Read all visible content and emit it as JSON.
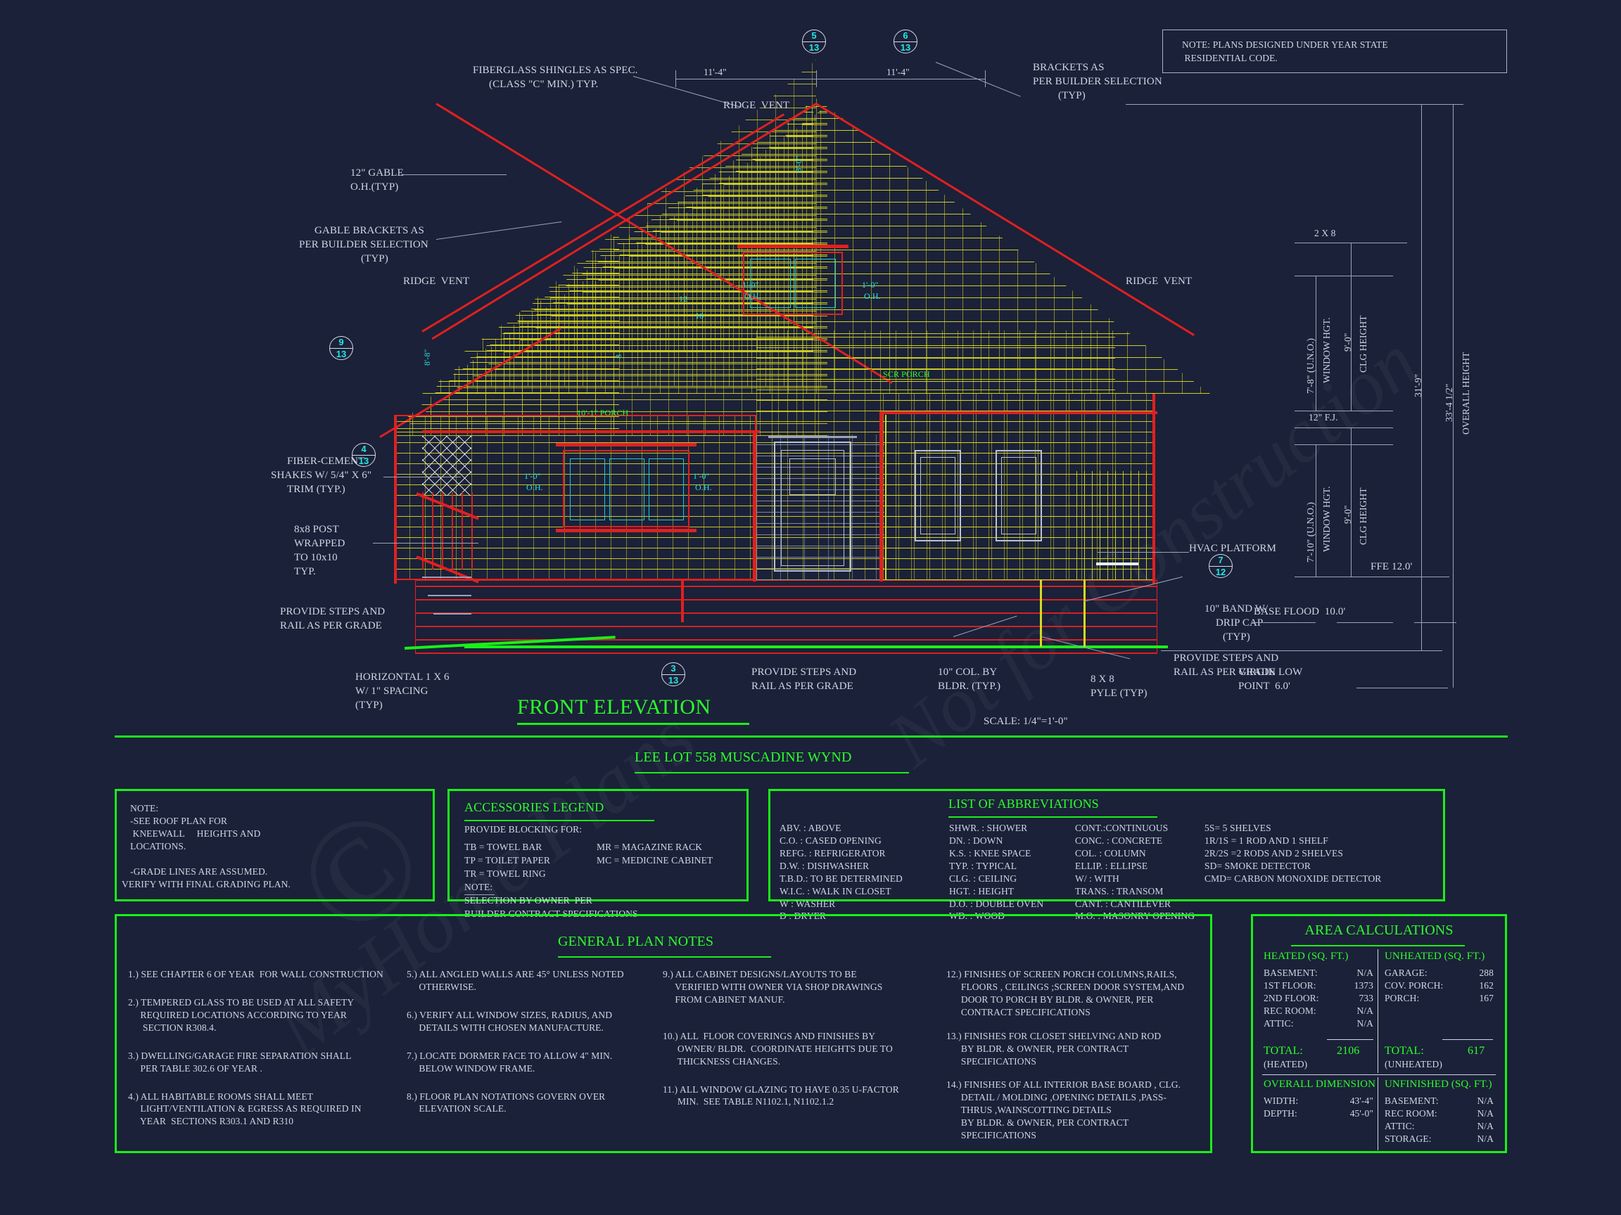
{
  "sheet": {
    "title": "FRONT ELEVATION",
    "scale": "SCALE: 1/4\"=1'-0\"",
    "project": "LEE LOT 558 MUSCADINE WYND",
    "code_note_line1": "NOTE: PLANS DESIGNED UNDER YEAR STATE",
    "code_note_line2": " RESIDENTIAL CODE.",
    "watermark": "© MyHome Plans — Not for Construction"
  },
  "colors": {
    "background": "#1b2138",
    "green": "#2bff2b",
    "cyan": "#25e6e6",
    "yellow": "#e8e82a",
    "red": "#e02020",
    "white": "#cfd6e4"
  },
  "elevation_labels": {
    "fiberglass_shingles_l1": "FIBERGLASS SHINGLES AS SPEC.",
    "fiberglass_shingles_l2": "(CLASS \"C\" MIN.) TYP.",
    "brackets_l1": "BRACKETS AS",
    "brackets_l2": "PER BUILDER SELECTION",
    "brackets_l3": "(TYP)",
    "ridge_vent_center": "RIDGE  VENT",
    "ridge_vent_left": "RIDGE  VENT",
    "ridge_vent_right": "RIDGE  VENT",
    "gable_oh_l1": "12\" GABLE",
    "gable_oh_l2": "O.H.(TYP)",
    "gable_brackets_l1": "GABLE BRACKETS AS",
    "gable_brackets_l2": "PER BUILDER SELECTION",
    "gable_brackets_l3": "(TYP)",
    "fiber_cement_l1": "FIBER-CEMENT",
    "fiber_cement_l2": "SHAKES W/ 5/4\" X 6\"",
    "fiber_cement_l3": "TRIM (TYP.)",
    "post_l1": "8x8 POST",
    "post_l2": "WRAPPED",
    "post_l3": "TO 10x10",
    "post_l4": "TYP.",
    "steps_left_l1": "PROVIDE STEPS AND",
    "steps_left_l2": "RAIL AS PER GRADE",
    "horizontal_siding_l1": "HORIZONTAL 1 X 6",
    "horizontal_siding_l2": "W/ 1\" SPACING",
    "horizontal_siding_l3": "(TYP)",
    "steps_center_l1": "PROVIDE STEPS AND",
    "steps_center_l2": "RAIL AS PER GRADE",
    "col_by_bldr_l1": "10\" COL. BY",
    "col_by_bldr_l2": "BLDR. (TYP.)",
    "pyle_l1": "8 X 8",
    "pyle_l2": "PYLE (TYP)",
    "hvac_platform": "HVAC PLATFORM",
    "band_l1": "10\" BAND W/",
    "band_l2": "DRIP CAP",
    "band_l3": "(TYP)",
    "steps_right_l1": "PROVIDE STEPS AND",
    "steps_right_l2": "RAIL AS PER GRADE",
    "virgin_low_l1": "VIRGIN LOW",
    "virgin_low_l2": "POINT  6.0'",
    "dim_left_span": "11'-4\"",
    "dim_right_span": "11'-4\"",
    "roof_pitch_gable_left": "8",
    "roof_pitch_note_a": "12",
    "roof_pitch_note_b": "10",
    "gable_oh_small_l1": "1'-0\"",
    "gable_oh_small_l2": "O.H.",
    "porch_note": "10'-1\" PORCH",
    "plate_note": "8'-8\"",
    "vent_note": "8'-0\"",
    "scr_porch": "SCR PORCH",
    "ffe": "FFE 12.0'",
    "base_flood": "BASE FLOOD  10.0'"
  },
  "right_dimensions": {
    "two_by_eight": "2 X 8",
    "window_hgt_upper_value": "7'-8\" (U.N.O.)",
    "window_hgt_upper_label": "WINDOW HGT.",
    "clg_upper_value": "9'-0\"",
    "clg_upper_label": "CLG HEIGHT",
    "floor_joist": "12\" F.J.",
    "window_hgt_lower_value": "7'-10\" (U.N.O.)",
    "window_hgt_lower_label": "WINDOW HGT.",
    "clg_lower_value": "9'-0\"",
    "clg_lower_label": "CLG HEIGHT",
    "height_31": "31'-9\"",
    "overall_value": "33'-4 1/2\"",
    "overall_label": "OVERALL HEIGHT"
  },
  "bubbles": [
    {
      "top": "5",
      "bottom": "13"
    },
    {
      "top": "6",
      "bottom": "13"
    },
    {
      "top": "9",
      "bottom": "13"
    },
    {
      "top": "4",
      "bottom": "13"
    },
    {
      "top": "3",
      "bottom": "13"
    },
    {
      "top": "7",
      "bottom": "12"
    }
  ],
  "note_panel": {
    "lines": [
      "NOTE:",
      "-SEE ROOF PLAN FOR",
      " KNEEWALL     HEIGHTS AND",
      "LOCATIONS.",
      "",
      "-GRADE LINES ARE ASSUMED.",
      "VERIFY WITH FINAL GRADING PLAN."
    ]
  },
  "accessories_legend": {
    "title": "ACCESSORIES LEGEND",
    "subtitle": "PROVIDE BLOCKING FOR:",
    "col1": [
      "TB = TOWEL BAR",
      "TP = TOILET PAPER",
      "TR = TOWEL RING"
    ],
    "col2": [
      "MR = MAGAZINE RACK",
      "MC = MEDICINE CABINET"
    ],
    "note_label": "NOTE:",
    "note_lines": [
      "SELECTION BY OWNER  PER",
      "BUILDER CONTRACT SPECIFICATIONS"
    ]
  },
  "abbreviations": {
    "title": "LIST OF ABBREVIATIONS",
    "col1": [
      "ABV. : ABOVE",
      "C.O. : CASED OPENING",
      "REFG. : REFRIGERATOR",
      "D.W. : DISHWASHER",
      "T.B.D.: TO BE DETERMINED",
      "W.I.C. : WALK IN CLOSET",
      "W : WASHER",
      "D : DRYER"
    ],
    "col2": [
      "SHWR. : SHOWER",
      "DN. : DOWN",
      "K.S. : KNEE SPACE",
      "TYP. : TYPICAL",
      "CLG. : CEILING",
      "HGT. : HEIGHT",
      "D.O. : DOUBLE OVEN",
      "WD. : WOOD"
    ],
    "col3": [
      "CONT.:CONTINUOUS",
      "CONC. : CONCRETE",
      "COL. : COLUMN",
      "ELLIP. : ELLIPSE",
      "W/ : WITH",
      "TRANS. : TRANSOM",
      "CANT. : CANTILEVER",
      "M.O. : MASONRY OPENING"
    ],
    "col4": [
      "5S= 5 SHELVES",
      "1R/1S = 1 ROD AND 1 SHELF",
      "2R/2S =2 RODS AND 2 SHELVES",
      "SD= SMOKE DETECTOR",
      "CMD= CARBON MONOXIDE DETECTOR"
    ]
  },
  "general_plan_notes": {
    "title": "GENERAL PLAN NOTES",
    "col1": [
      [
        "1.) SEE CHAPTER 6 OF YEAR  FOR WALL CONSTRUCTION"
      ],
      [
        "2.) TEMPERED GLASS TO BE USED AT ALL SAFETY",
        "     REQUIRED LOCATIONS ACCORDING TO YEAR",
        "      SECTION R308.4."
      ],
      [
        "3.) DWELLING/GARAGE FIRE SEPARATION SHALL",
        "     PER TABLE 302.6 OF YEAR ."
      ],
      [
        "4.) ALL HABITABLE ROOMS SHALL MEET",
        "     LIGHT/VENTILATION & EGRESS AS REQUIRED IN",
        "     YEAR  SECTIONS R303.1 AND R310"
      ]
    ],
    "col2": [
      [
        "5.) ALL ANGLED WALLS ARE 45° UNLESS NOTED",
        "     OTHERWISE."
      ],
      [
        "6.) VERIFY ALL WINDOW SIZES, RADIUS, AND",
        "     DETAILS WITH CHOSEN MANUFACTURE."
      ],
      [
        "7.) LOCATE DORMER FACE TO ALLOW 4\" MIN.",
        "     BELOW WINDOW FRAME."
      ],
      [
        "8.) FLOOR PLAN NOTATIONS GOVERN OVER",
        "     ELEVATION SCALE."
      ]
    ],
    "col3": [
      [
        "9.) ALL CABINET DESIGNS/LAYOUTS TO BE",
        "     VERIFIED WITH OWNER VIA SHOP DRAWINGS",
        "     FROM CABINET MANUF."
      ],
      [
        "10.) ALL  FLOOR COVERINGS AND FINISHES BY",
        "      OWNER/ BLDR.  COORDINATE HEIGHTS DUE TO",
        "      THICKNESS CHANGES."
      ],
      [
        "11.) ALL WINDOW GLAZING TO HAVE 0.35 U-FACTOR",
        "      MIN.  SEE TABLE N1102.1, N1102.1.2"
      ]
    ],
    "col4": [
      [
        "12.) FINISHES OF SCREEN PORCH COLUMNS,RAILS,",
        "      FLOORS , CEILINGS ;SCREEN DOOR SYSTEM,AND",
        "      DOOR TO PORCH BY BLDR. & OWNER, PER",
        "      CONTRACT SPECIFICATIONS"
      ],
      [
        "13.) FINISHES FOR CLOSET SHELVING AND ROD",
        "      BY BLDR. & OWNER, PER CONTRACT",
        "      SPECIFICATIONS"
      ],
      [
        "14.) FINISHES OF ALL INTERIOR BASE BOARD , CLG.",
        "      DETAIL / MOLDING ,OPENING DETAILS ,PASS-",
        "      THRUS ,WAINSCOTTING DETAILS",
        "      BY BLDR. & OWNER, PER CONTRACT",
        "      SPECIFICATIONS"
      ]
    ]
  },
  "area_calculations": {
    "title": "AREA CALCULATIONS",
    "heated_header": "HEATED (SQ. FT.)",
    "unheated_header": "UNHEATED (SQ. FT.)",
    "heated_rows": [
      {
        "label": "BASEMENT:",
        "value": "N/A"
      },
      {
        "label": "1ST FLOOR:",
        "value": "1373"
      },
      {
        "label": "2ND FLOOR:",
        "value": "733"
      },
      {
        "label": "REC ROOM:",
        "value": "N/A"
      },
      {
        "label": "ATTIC:",
        "value": "N/A"
      }
    ],
    "unheated_rows": [
      {
        "label": "GARAGE:",
        "value": "288"
      },
      {
        "label": "COV. PORCH:",
        "value": "162"
      },
      {
        "label": "PORCH:",
        "value": "167"
      }
    ],
    "heated_total_label": "TOTAL:",
    "heated_total_sub": "(HEATED)",
    "heated_total_value": "2106",
    "unheated_total_label": "TOTAL:",
    "unheated_total_sub": "(UNHEATED)",
    "unheated_total_value": "617",
    "overall_header": "OVERALL DIMENSION",
    "overall_rows": [
      {
        "label": "WIDTH:",
        "value": "43'-4\""
      },
      {
        "label": "DEPTH:",
        "value": "45'-0\""
      }
    ],
    "unfinished_header": "UNFINISHED (SQ. FT.)",
    "unfinished_rows": [
      {
        "label": "BASEMENT:",
        "value": "N/A"
      },
      {
        "label": "REC ROOM:",
        "value": "N/A"
      },
      {
        "label": "ATTIC:",
        "value": "N/A"
      },
      {
        "label": "STORAGE:",
        "value": "N/A"
      }
    ]
  }
}
